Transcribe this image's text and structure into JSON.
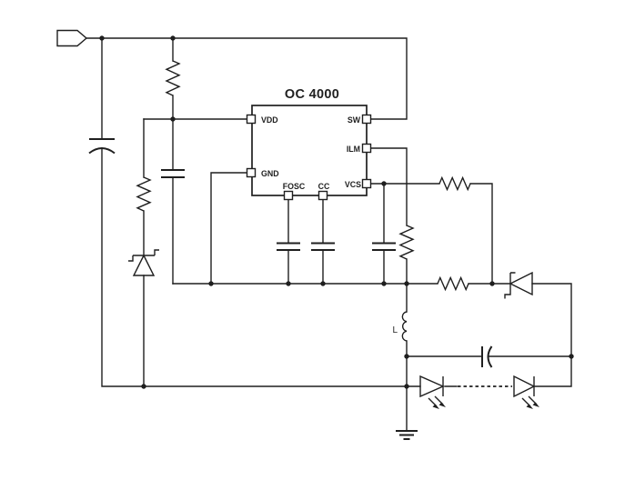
{
  "page": {
    "background": "#ffffff",
    "line_color": "#1f1f1f"
  },
  "ic": {
    "title": "OC 4000",
    "pins": {
      "vdd": "VDD",
      "gnd": "GND",
      "fosc": "FOSC",
      "cc": "CC",
      "sw": "SW",
      "ilm": "ILM",
      "vcs": "VCS"
    }
  },
  "components": {
    "inductor_label": "L"
  }
}
